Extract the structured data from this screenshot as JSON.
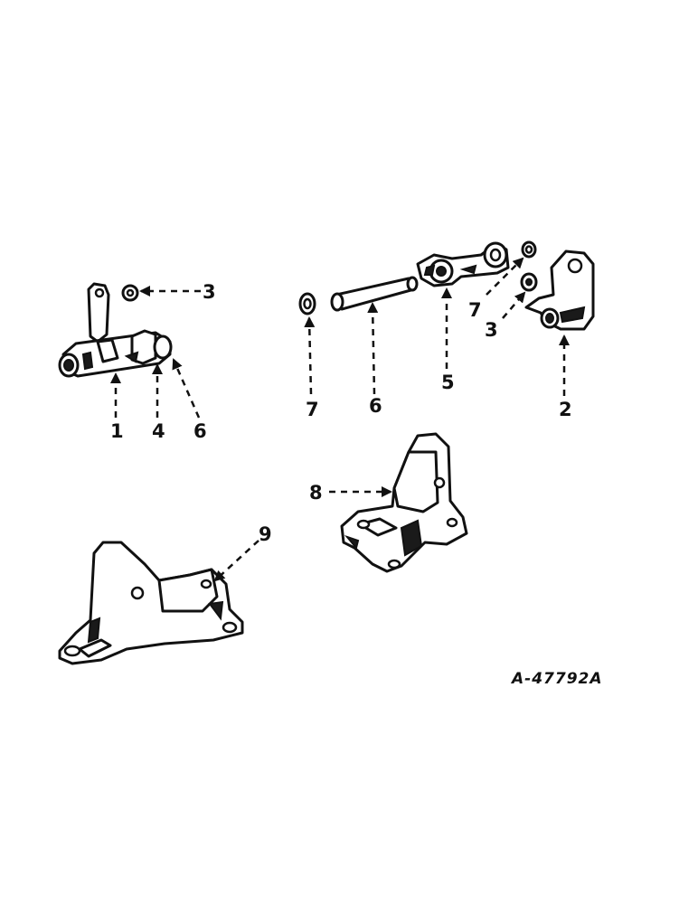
{
  "callouts": {
    "c1": "1",
    "c2": "2",
    "c3a": "3",
    "c3b": "3",
    "c4": "4",
    "c5": "5",
    "c6a": "6",
    "c6b": "6",
    "c7a": "7",
    "c7b": "7",
    "c8": "8",
    "c9": "9"
  },
  "drawing_ref": "A-47792A",
  "colors": {
    "ink": "#111111",
    "paper": "#ffffff"
  }
}
